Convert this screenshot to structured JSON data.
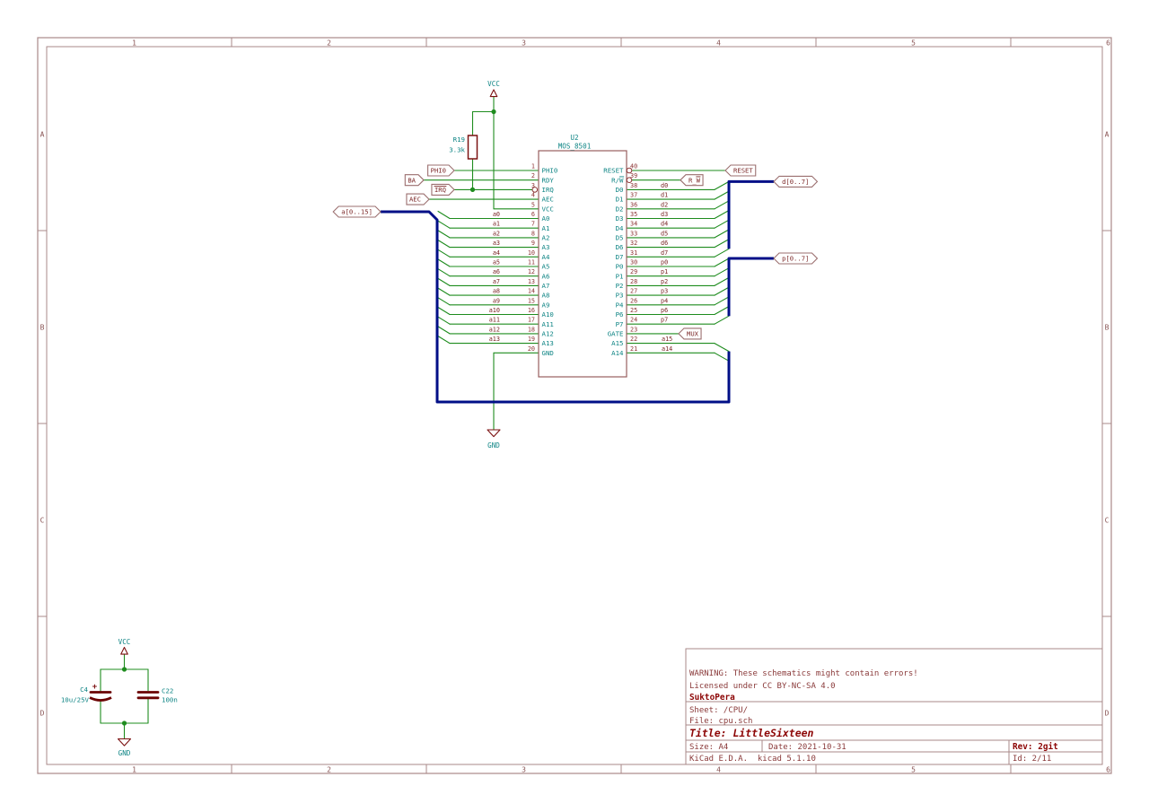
{
  "frame": {
    "cols": [
      "1",
      "2",
      "3",
      "4",
      "5",
      "6"
    ],
    "rows": [
      "A",
      "B",
      "C",
      "D"
    ]
  },
  "title_block": {
    "warning": "WARNING: These schematics might contain errors!",
    "license": "Licensed under CC BY-NC-SA 4.0",
    "company": "SuktoPera",
    "sheet": "Sheet: /CPU/",
    "file": "File: cpu.sch",
    "title": "Title: LittleSixteen",
    "size": "Size: A4",
    "date": "Date: 2021-10-31",
    "rev": "Rev: 2git",
    "tool": "KiCad E.D.A.  kicad 5.1.10",
    "id": "Id: 2/11"
  },
  "ic": {
    "ref": "U2",
    "value": "MOS_8501",
    "left_pins": [
      {
        "n": "1",
        "name": "PHI0"
      },
      {
        "n": "2",
        "name": "RDY"
      },
      {
        "n": "3",
        "name": "IRQ",
        "inv": true
      },
      {
        "n": "4",
        "name": "AEC"
      },
      {
        "n": "5",
        "name": "VCC"
      },
      {
        "n": "6",
        "name": "A0"
      },
      {
        "n": "7",
        "name": "A1"
      },
      {
        "n": "8",
        "name": "A2"
      },
      {
        "n": "9",
        "name": "A3"
      },
      {
        "n": "10",
        "name": "A4"
      },
      {
        "n": "11",
        "name": "A5"
      },
      {
        "n": "12",
        "name": "A6"
      },
      {
        "n": "13",
        "name": "A7"
      },
      {
        "n": "14",
        "name": "A8"
      },
      {
        "n": "15",
        "name": "A9"
      },
      {
        "n": "16",
        "name": "A10"
      },
      {
        "n": "17",
        "name": "A11"
      },
      {
        "n": "18",
        "name": "A12"
      },
      {
        "n": "19",
        "name": "A13"
      },
      {
        "n": "20",
        "name": "GND"
      }
    ],
    "right_pins": [
      {
        "n": "40",
        "name": "RESET",
        "inv": true
      },
      {
        "n": "39",
        "name": "R/W",
        "inv": true,
        "ol": 1
      },
      {
        "n": "38",
        "name": "D0"
      },
      {
        "n": "37",
        "name": "D1"
      },
      {
        "n": "36",
        "name": "D2"
      },
      {
        "n": "35",
        "name": "D3"
      },
      {
        "n": "34",
        "name": "D4"
      },
      {
        "n": "33",
        "name": "D5"
      },
      {
        "n": "32",
        "name": "D6"
      },
      {
        "n": "31",
        "name": "D7"
      },
      {
        "n": "30",
        "name": "P0"
      },
      {
        "n": "29",
        "name": "P1"
      },
      {
        "n": "28",
        "name": "P2"
      },
      {
        "n": "27",
        "name": "P3"
      },
      {
        "n": "26",
        "name": "P4"
      },
      {
        "n": "25",
        "name": "P6"
      },
      {
        "n": "24",
        "name": "P7"
      },
      {
        "n": "23",
        "name": "GATE"
      },
      {
        "n": "22",
        "name": "A15"
      },
      {
        "n": "21",
        "name": "A14"
      }
    ]
  },
  "resistor": {
    "ref": "R19",
    "value": "3.3k"
  },
  "cap_c4": {
    "ref": "C4",
    "value": "10u/25V",
    "polarity": "+"
  },
  "cap_c22": {
    "ref": "C22",
    "value": "100n"
  },
  "power": {
    "vcc": "VCC",
    "gnd": "GND"
  },
  "globals": {
    "phi0": "PHI0",
    "ba": "BA",
    "irq": "IRQ",
    "aec": "AEC",
    "abus": "a[0..15]",
    "reset": "RESET",
    "rw": "R_W",
    "dbus": "d[0..7]",
    "pbus": "p[0..7]",
    "mux": "MUX"
  },
  "nets": {
    "a": [
      "a0",
      "a1",
      "a2",
      "a3",
      "a4",
      "a5",
      "a6",
      "a7",
      "a8",
      "a9",
      "a10",
      "a11",
      "a12",
      "a13"
    ],
    "d": [
      "d0",
      "d1",
      "d2",
      "d3",
      "d4",
      "d5",
      "d6",
      "d7"
    ],
    "p": [
      "p0",
      "p1",
      "p2",
      "p3",
      "p4",
      "p6",
      "p7"
    ],
    "ah": [
      "a15",
      "a14"
    ]
  },
  "colors": {
    "frame": "#a98989",
    "frameText": "#8a5555",
    "tb": "#8a3a3a",
    "tbStrong": "#8c0505",
    "wire": "#1e8c1e",
    "bus": "#000f87",
    "ic": "#985f5f",
    "comp": "#7c1212",
    "compHeavy": "#6b0303",
    "pinNum": "#8c3434",
    "teal": "#0f8585",
    "net": "#7a2626",
    "glabel": "#9b6f6f",
    "glabelText": "#7c2828"
  }
}
